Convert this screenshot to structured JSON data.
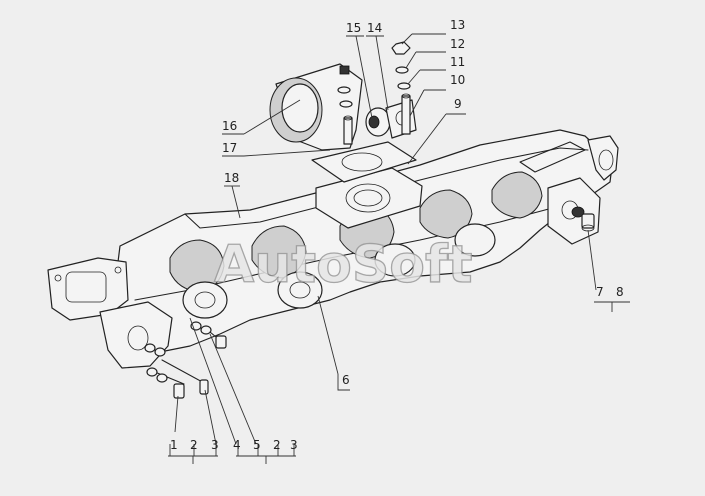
{
  "watermark": "AutoSoft",
  "callouts": {
    "c1": "1",
    "c2a": "2",
    "c3a": "3",
    "c4": "4",
    "c5": "5",
    "c2b": "2",
    "c3b": "3",
    "c6": "6",
    "c7": "7",
    "c8": "8",
    "c9": "9",
    "c10": "10",
    "c11": "11",
    "c12": "12",
    "c13": "13",
    "c14": "14",
    "c15": "15",
    "c16": "16",
    "c17": "17",
    "c18": "18"
  }
}
